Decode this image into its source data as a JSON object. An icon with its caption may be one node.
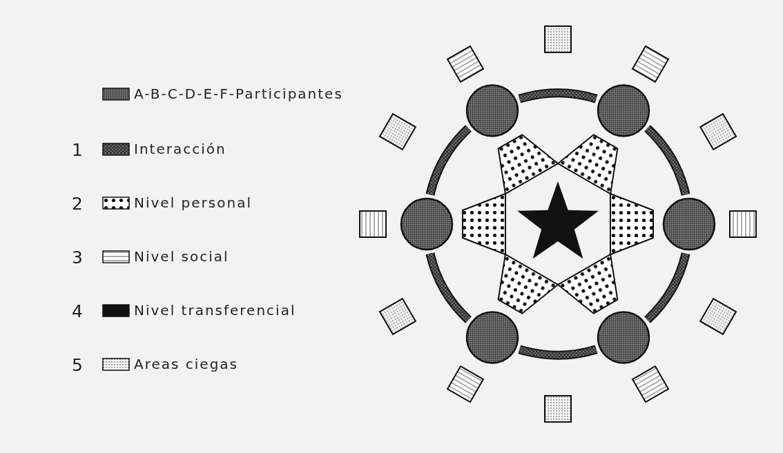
{
  "diagram": {
    "labels": [
      "1",
      "2",
      "3",
      "4",
      "5"
    ],
    "legend": [
      {
        "text": "A-B-C-D-E-F-Participantes"
      },
      {
        "text": "Interacción"
      },
      {
        "text": "Nivel personal"
      },
      {
        "text": "Nivel social"
      },
      {
        "text": "Nivel transferencial"
      },
      {
        "text": "Areas ciegas"
      }
    ]
  }
}
